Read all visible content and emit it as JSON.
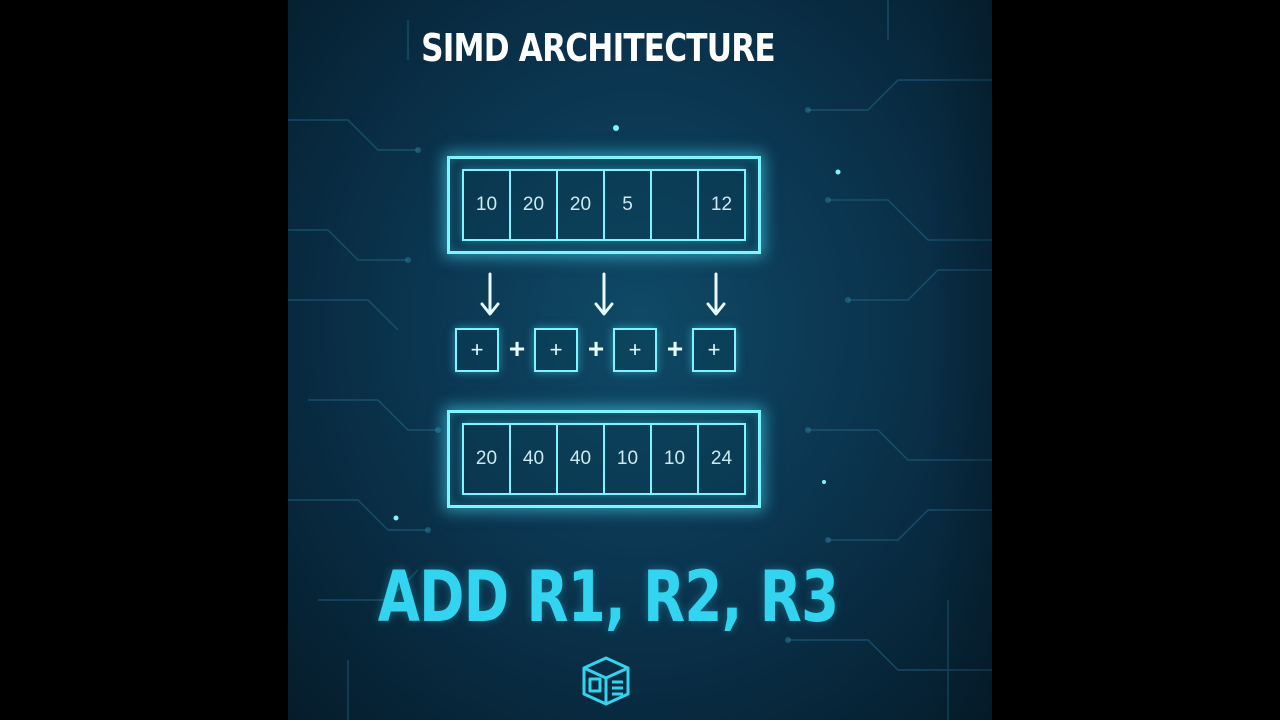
{
  "title": "SIMD ARCHITECTURE",
  "input_register": {
    "values": [
      "10",
      "20",
      "20",
      "5",
      "",
      "12"
    ]
  },
  "operators": {
    "box_symbol": "+",
    "between_symbol": "+"
  },
  "output_register": {
    "values": [
      "20",
      "40",
      "40",
      "10",
      "10",
      "24"
    ]
  },
  "instruction": "ADD R1, R2, R3",
  "logo": {
    "icon": "cube-logo-icon"
  },
  "colors": {
    "background": "#0b3550",
    "neon": "#7ff4ff",
    "instruction": "#33d4f0",
    "title": "#ffffff"
  }
}
